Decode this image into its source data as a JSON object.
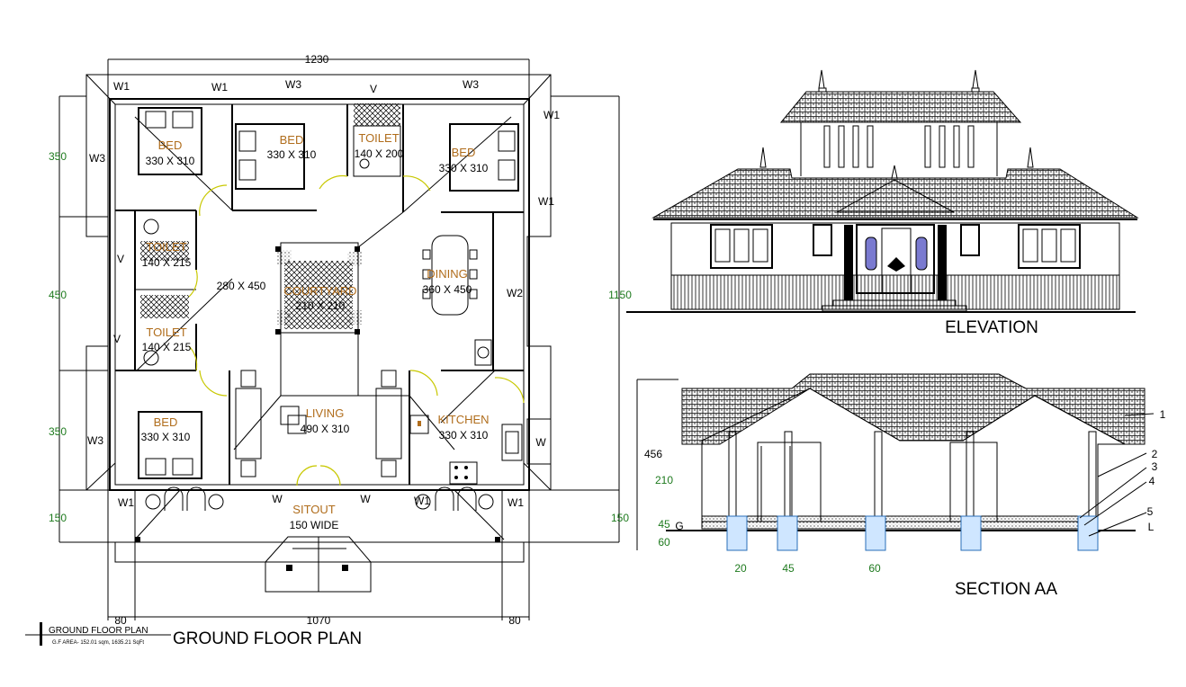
{
  "plan": {
    "overall_width_top": "1230",
    "overall_width_bottom": "1070",
    "side_bottom_left": "80",
    "side_bottom_right": "80",
    "left_dims": [
      "350",
      "450",
      "350",
      "150"
    ],
    "right_dims": [
      "1150",
      "150"
    ],
    "rooms": [
      {
        "name": "BED",
        "size": "330 X 310"
      },
      {
        "name": "BED",
        "size": "330 X 310"
      },
      {
        "name": "TOILET",
        "size": "140 X 200"
      },
      {
        "name": "BED",
        "size": "330 X 310"
      },
      {
        "name": "TOILET",
        "size": "140 X 215"
      },
      {
        "name": "TOILET",
        "size": "140 X 215"
      },
      {
        "name": "COURTYARD",
        "size": "210 X 210"
      },
      {
        "name": "DINING",
        "size": "360 X 450"
      },
      {
        "name": "LIVING",
        "size": "490 X 310"
      },
      {
        "name": "KITCHEN",
        "size": "330 X 310"
      },
      {
        "name": "BED",
        "size": "330 X 310"
      },
      {
        "name": "SITOUT",
        "size": "150 WIDE"
      }
    ],
    "corridor": "280 X 450",
    "window_tags": [
      "W1",
      "W1",
      "W3",
      "V",
      "W3",
      "W1",
      "W3",
      "W1",
      "V",
      "W2",
      "V",
      "W3",
      "W",
      "W1",
      "W",
      "W",
      "W1",
      "W1"
    ],
    "title": "GROUND FLOOR PLAN",
    "legend_title": "GROUND FLOOR PLAN",
    "area_note": "G.F AREA- 152.01 sqm, 1635.21 SqFt"
  },
  "elevation": {
    "title": "ELEVATION"
  },
  "section": {
    "title": "SECTION AA",
    "left_dims": [
      "456",
      "210",
      "45",
      "60"
    ],
    "level_mark": "G",
    "bottom_dims": [
      "20",
      "45",
      "60"
    ],
    "callouts": [
      "1",
      "2",
      "3",
      "4",
      "5",
      "L"
    ]
  }
}
